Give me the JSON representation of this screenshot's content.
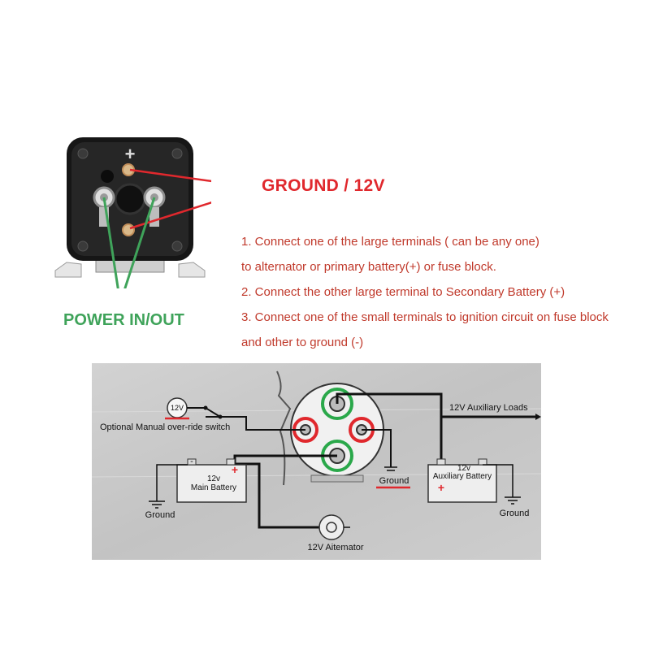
{
  "labels": {
    "ground_12v": "GROUND / 12V",
    "power_in_out": "POWER IN/OUT",
    "plus_symbol": "+"
  },
  "instructions": [
    "1. Connect one of the large terminals ( can be any one)",
    "to alternator or primary battery(+) or fuse block.",
    "2. Connect the other large terminal to Secondary Battery (+)",
    "3. Connect one of the small terminals to ignition circuit on fuse block",
    "and other to ground (-)"
  ],
  "wiring": {
    "aux_loads": "12V Auxiliary Loads",
    "switch_label": "Optional Manual over-ride switch",
    "switch_voltage": "12V",
    "main_battery_voltage": "12v",
    "main_battery_name": "Main Battery",
    "aux_battery_voltage": "12v",
    "aux_battery_name": "Auxiliary Battery",
    "ground": "Ground",
    "alternator": "12V Aitemator",
    "plus": "+",
    "minus": "-"
  },
  "colors": {
    "red_annotation": "#e0282d",
    "green_annotation": "#3fa35a",
    "instruction_text": "#c0392b",
    "panel_background": "#c7c7c7"
  }
}
